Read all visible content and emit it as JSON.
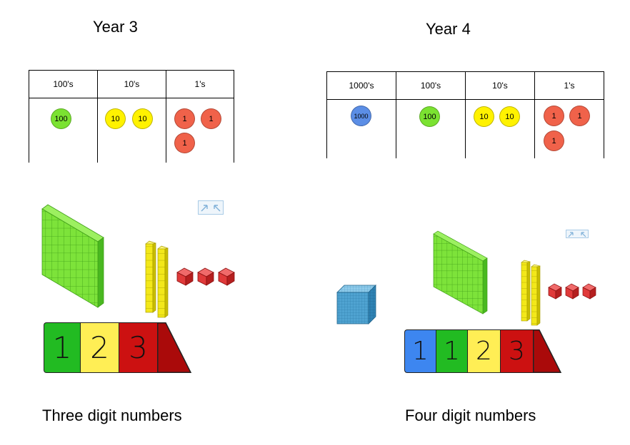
{
  "left": {
    "title": "Year 3",
    "headers": [
      "100's",
      "10's",
      "1's"
    ],
    "counters": {
      "hundreds": [
        "100"
      ],
      "tens": [
        "10",
        "10"
      ],
      "ones": [
        "1",
        "1",
        "1"
      ]
    },
    "digits": [
      "1",
      "2",
      "3"
    ],
    "caption": "Three digit numbers"
  },
  "right": {
    "title": "Year 4",
    "headers": [
      "1000's",
      "100's",
      "10's",
      "1's"
    ],
    "counters": {
      "thousands": [
        "1000"
      ],
      "hundreds": [
        "100"
      ],
      "tens": [
        "10",
        "10"
      ],
      "ones": [
        "1",
        "1",
        "1"
      ]
    },
    "digits": [
      "1",
      "1",
      "2",
      "3"
    ],
    "caption": "Four digit numbers"
  },
  "colors": {
    "thousand": "#5b8ee6",
    "hundred": "#7be231",
    "ten": "#fff200",
    "one": "#f0624a",
    "card_blue": "#3d86f0",
    "card_green": "#22bb22",
    "card_yellow": "#ffee55",
    "card_red": "#cc1111",
    "card_tail": "#aa0a0a",
    "flat_green": "#7de33a",
    "rod_yellow": "#f3e81a",
    "cube_red": "#e03a3a",
    "big_cube_blue": "#4fa3d1"
  },
  "icons": [
    "compress-arrows-icon"
  ]
}
